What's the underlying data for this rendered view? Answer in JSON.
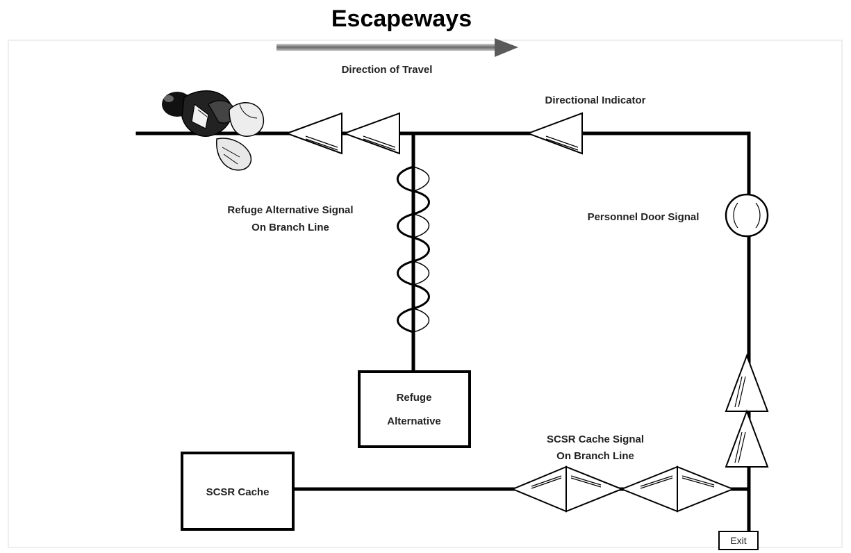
{
  "title": "Escapeways",
  "labels": {
    "direction_of_travel": "Direction of Travel",
    "directional_indicator": "Directional Indicator",
    "refuge_signal_line1": "Refuge Alternative Signal",
    "refuge_signal_line2": "On Branch Line",
    "personnel_door_signal": "Personnel Door Signal",
    "refuge_box_line1": "Refuge",
    "refuge_box_line2": "Alternative",
    "scsr_signal_line1": "SCSR Cache Signal",
    "scsr_signal_line2": "On Branch Line",
    "scsr_cache": "SCSR Cache",
    "exit": "Exit"
  },
  "icons": {
    "miner": "crawling-miner-icon",
    "direction": "arrow-right-icon"
  },
  "colors": {
    "line": "#000000",
    "arrow_gradient_dark": "#555555",
    "arrow_gradient_light": "#dddddd"
  }
}
